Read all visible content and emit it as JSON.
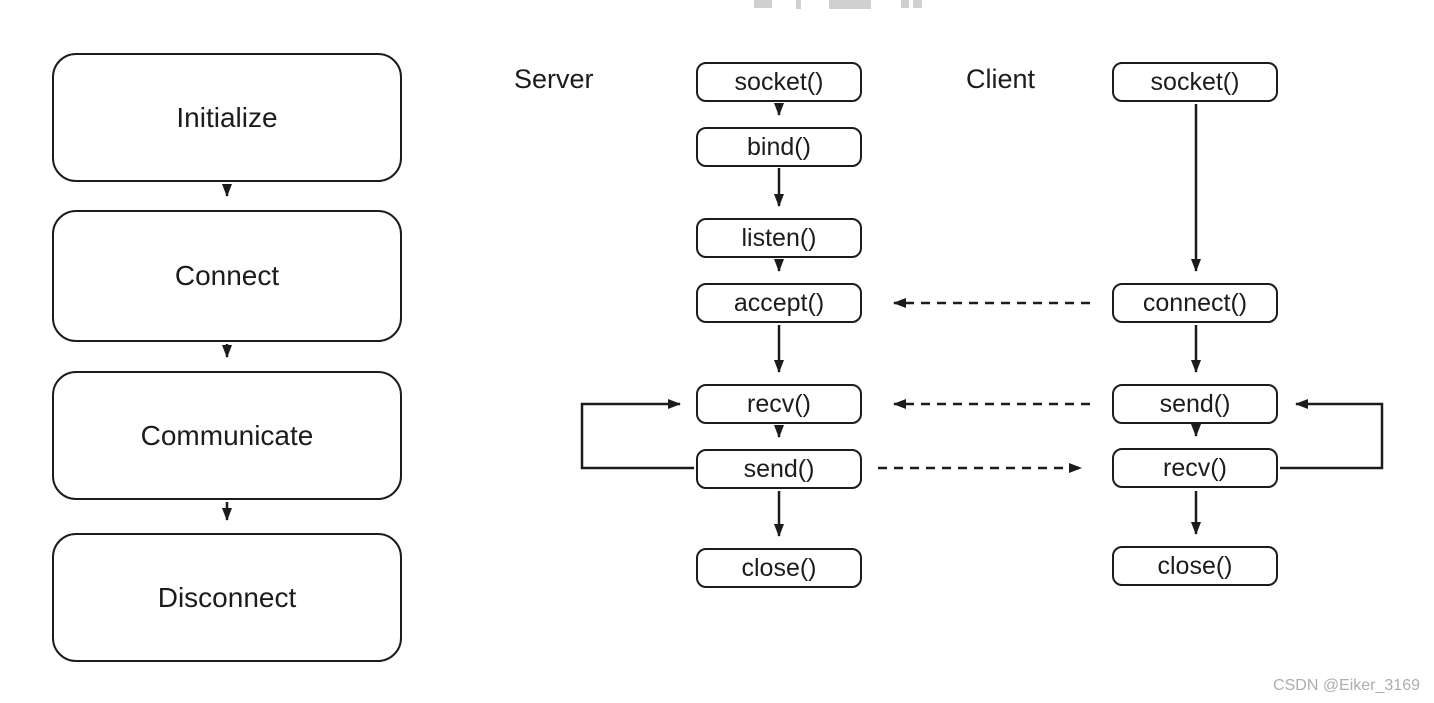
{
  "diagram": {
    "left_flow": {
      "steps": [
        {
          "label": "Initialize"
        },
        {
          "label": "Connect"
        },
        {
          "label": "Communicate"
        },
        {
          "label": "Disconnect"
        }
      ]
    },
    "server": {
      "title": "Server",
      "steps": [
        {
          "label": "socket()"
        },
        {
          "label": "bind()"
        },
        {
          "label": "listen()"
        },
        {
          "label": "accept()"
        },
        {
          "label": "recv()"
        },
        {
          "label": "send()"
        },
        {
          "label": "close()"
        }
      ]
    },
    "client": {
      "title": "Client",
      "steps": [
        {
          "label": "socket()"
        },
        {
          "label": "connect()"
        },
        {
          "label": "send()"
        },
        {
          "label": "recv()"
        },
        {
          "label": "close()"
        }
      ]
    },
    "edges": [
      {
        "from": "client.connect()",
        "to": "server.accept()",
        "style": "dashed-arrow-left"
      },
      {
        "from": "client.send()",
        "to": "server.recv()",
        "style": "dashed-arrow-left"
      },
      {
        "from": "server.send()",
        "to": "client.recv()",
        "style": "dashed-arrow-right"
      },
      {
        "from": "server.send()",
        "to": "server.recv()",
        "style": "solid-loop-left"
      },
      {
        "from": "client.recv()",
        "to": "client.send()",
        "style": "solid-loop-right"
      }
    ]
  },
  "watermark": {
    "text": "CSDN @Eiker_3169"
  },
  "colors": {
    "stroke": "#1c1c1c",
    "text": "#1c1c1c",
    "watermark_gray": "#adadad",
    "background": "#ffffff"
  }
}
